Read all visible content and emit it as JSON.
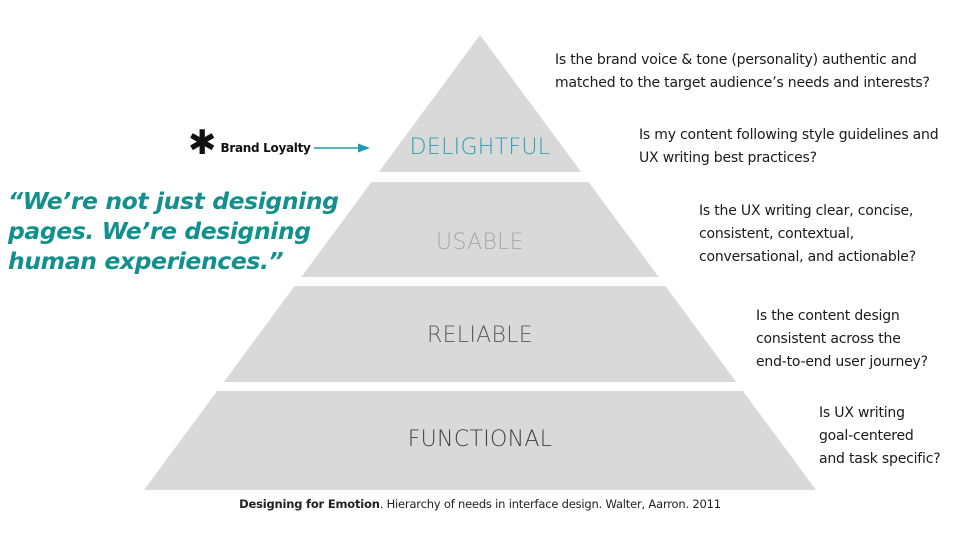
{
  "colors": {
    "pyramid_fill": "#d9d9d9",
    "accent_teal": "#12908e",
    "label_delightful": "#26a1b0",
    "label_usable": "#a6a6a6",
    "label_reliable": "#595959",
    "label_functional": "#404040",
    "arrow": "#1f9bb0"
  },
  "tiers": [
    {
      "id": "delightful",
      "label": "DELIGHTFUL",
      "question": [
        "Is my content following style guidelines and",
        "UX writing best practices?"
      ]
    },
    {
      "id": "usable",
      "label": "USABLE",
      "question": [
        "Is the UX writing clear, concise,",
        "consistent, contextual,",
        "conversational, and actionable?"
      ]
    },
    {
      "id": "reliable",
      "label": "RELIABLE",
      "question": [
        "Is the content design",
        "consistent across the",
        "end-to-end user journey?"
      ]
    },
    {
      "id": "functional",
      "label": "FUNCTIONAL",
      "question": [
        "Is UX writing",
        "goal-centered",
        "and task specific?"
      ]
    }
  ],
  "top_question": [
    "Is the brand voice & tone (personality) authentic and",
    "matched to the target audience’s needs and interests?"
  ],
  "brand_loyalty": {
    "star": "✱",
    "label": "Brand Loyalty",
    "arrow_icon": "arrow-right"
  },
  "quote": [
    "“We’re not just designing",
    "pages. We’re designing",
    "human experiences.”"
  ],
  "caption": {
    "title": "Designing for Emotion",
    "rest": ". Hierarchy of needs in interface design. Walter, Aarron. 2011"
  }
}
